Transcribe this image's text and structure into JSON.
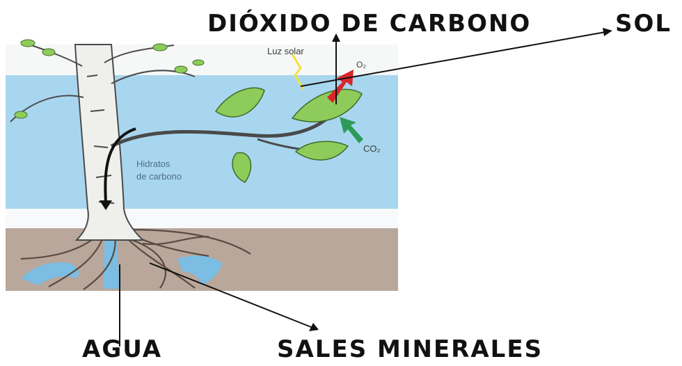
{
  "header": {
    "top_partial": "",
    "co2_label": "DIÓXIDO DE  CARBONO",
    "sun_label": "SOL"
  },
  "diagram": {
    "sunlight_label": "Luz solar",
    "oxygen_label": "O₂",
    "co2_small_label": "CO₂",
    "carbs_line1": "Hidratos",
    "carbs_line2": "de carbono"
  },
  "footer": {
    "water_label": "AGUA",
    "minerals_label": "SALES MINERALES"
  },
  "colors": {
    "sky": "#a9d6ef",
    "soil": "#b8a79a",
    "leaf": "#8dcc5a",
    "oxygen_arrow": "#d9262c",
    "co2_arrow": "#2e9a5a",
    "water": "#7bbde3",
    "trunk": "#efefec"
  }
}
